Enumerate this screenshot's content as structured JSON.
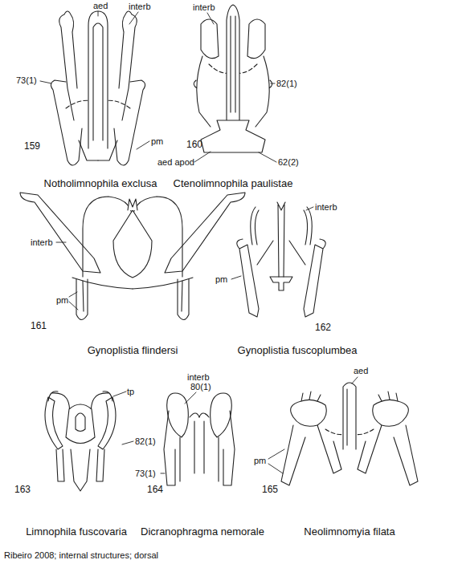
{
  "diagram": {
    "caption": "Ribeiro 2008; internal structures; dorsal",
    "labels": [
      "aed",
      "interb",
      "73(1)",
      "pm",
      "159",
      "Notholimnophila exclusa",
      "interb",
      "82(1)",
      "160",
      "aed apod",
      "62(2)",
      "Ctenolimnophila paulistae",
      "interb",
      "pm",
      "161",
      "Gynoplistia flindersi",
      "interb",
      "pm",
      "162",
      "Gynoplistia fuscoplumbea",
      "tp",
      "82(1)",
      "163",
      "Limnophila fuscovaria",
      "interb",
      "80(1)",
      "73(1)",
      "164",
      "Dicranophragma nemorale",
      "aed",
      "pm",
      "165",
      "Neolimnomyia filata"
    ]
  }
}
